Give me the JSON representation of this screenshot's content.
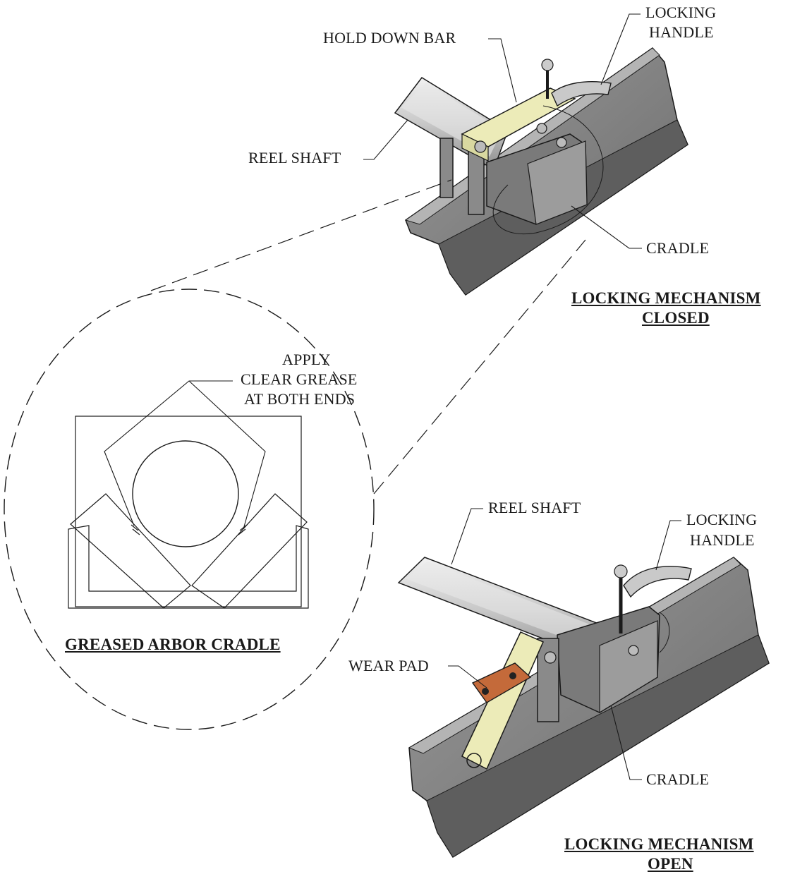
{
  "labels": {
    "hold_down_bar": "HOLD DOWN BAR",
    "locking_handle_top_l1": "LOCKING",
    "locking_handle_top_l2": "HANDLE",
    "reel_shaft_top": "REEL SHAFT",
    "cradle_top": "CRADLE",
    "title_closed_l1": "LOCKING MECHANISM",
    "title_closed_l2": "CLOSED",
    "apply_l1": "APPLY",
    "apply_l2": "CLEAR GREASE",
    "apply_l3": "AT BOTH ENDS",
    "greased_arbor": "GREASED ARBOR CRADLE",
    "reel_shaft_bottom": "REEL SHAFT",
    "locking_handle_bottom_l1": "LOCKING",
    "locking_handle_bottom_l2": "HANDLE",
    "wear_pad": "WEAR PAD",
    "cradle_bottom": "CRADLE",
    "title_open_l1": "LOCKING MECHANISM",
    "title_open_l2": "OPEN"
  },
  "colors": {
    "rail": "#8a8a8a",
    "rail_dark": "#5e5e5e",
    "rail_light": "#b4b4b4",
    "shaft": "#cfcfcf",
    "bar_yellow": "#ecebb8",
    "wear_pad": "#c46a3a",
    "line": "#1a1a1a"
  }
}
